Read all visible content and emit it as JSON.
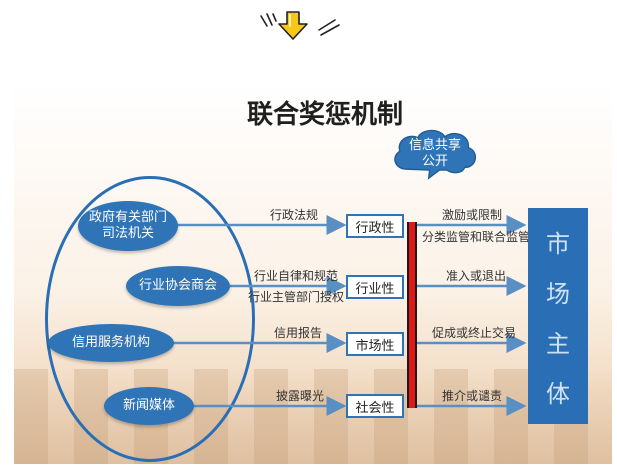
{
  "title": "联合奖惩机制",
  "left_actors": {
    "gov": "政府有关部门\n司法机关",
    "industry": "行业协会商会",
    "credit": "信用服务机构",
    "media": "新闻媒体"
  },
  "channels": {
    "admin": "行政法规",
    "industry_1": "行业自律和规范",
    "industry_2": "行业主管部门授权",
    "credit": "信用报告",
    "media": "披露曝光"
  },
  "nature": {
    "admin": "行政性",
    "industry": "行业性",
    "market": "市场性",
    "social": "社会性"
  },
  "cloud": "信息共享\n公开",
  "effects": {
    "admin_1": "激励或限制",
    "admin_2": "分类监管和联合监管",
    "industry": "准入或退出",
    "market": "促成或终止交易",
    "social": "推介或谴责"
  },
  "market_subject": [
    "市",
    "场",
    "主",
    "体"
  ],
  "colors": {
    "accent": "#2f74b7",
    "bar_red": "#e01818",
    "arrow": "#5a8fc4"
  }
}
